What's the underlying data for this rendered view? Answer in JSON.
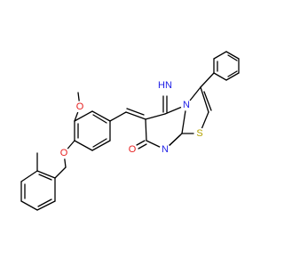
{
  "diagram": {
    "type": "chemical-structure",
    "colors": {
      "carbon_bond": "#000000",
      "nitrogen": "#1f1fe6",
      "oxygen": "#e62020",
      "sulfur": "#b3a200",
      "background": "#ffffff"
    },
    "atom_labels": {
      "imine_nh": "HN",
      "ring_n_bridge": "N",
      "ring_n_lower": "N",
      "sulfur": "S",
      "carbonyl_o": "O",
      "methoxy_o": "O",
      "ether_o": "O"
    }
  }
}
